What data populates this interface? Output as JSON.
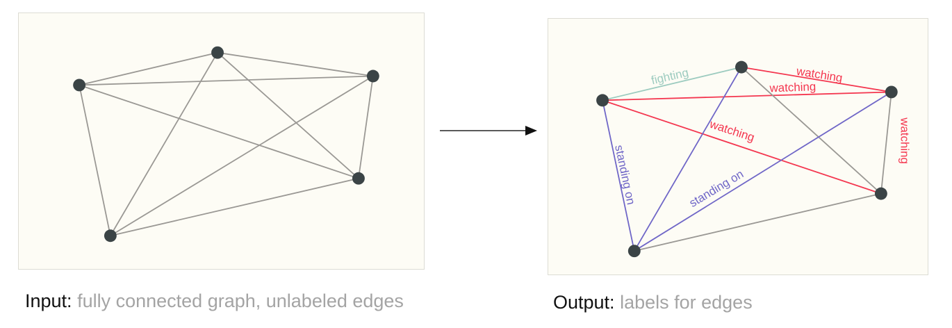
{
  "input": {
    "caption_key": "Input:",
    "caption_desc": "fully connected graph, unlabeled edges"
  },
  "output": {
    "caption_key": "Output:",
    "caption_desc": "labels for edges",
    "edge_labels": {
      "fighting": "fighting",
      "watching": "watching",
      "standing_on": "standing on"
    }
  },
  "colors": {
    "panel_background": "#fdfcf5",
    "node": "#3b4446",
    "unlabeled_edge": "#9a9894",
    "fighting": "#9ccbbf",
    "watching": "#f4364f",
    "standing_on": "#6f66c7"
  }
}
